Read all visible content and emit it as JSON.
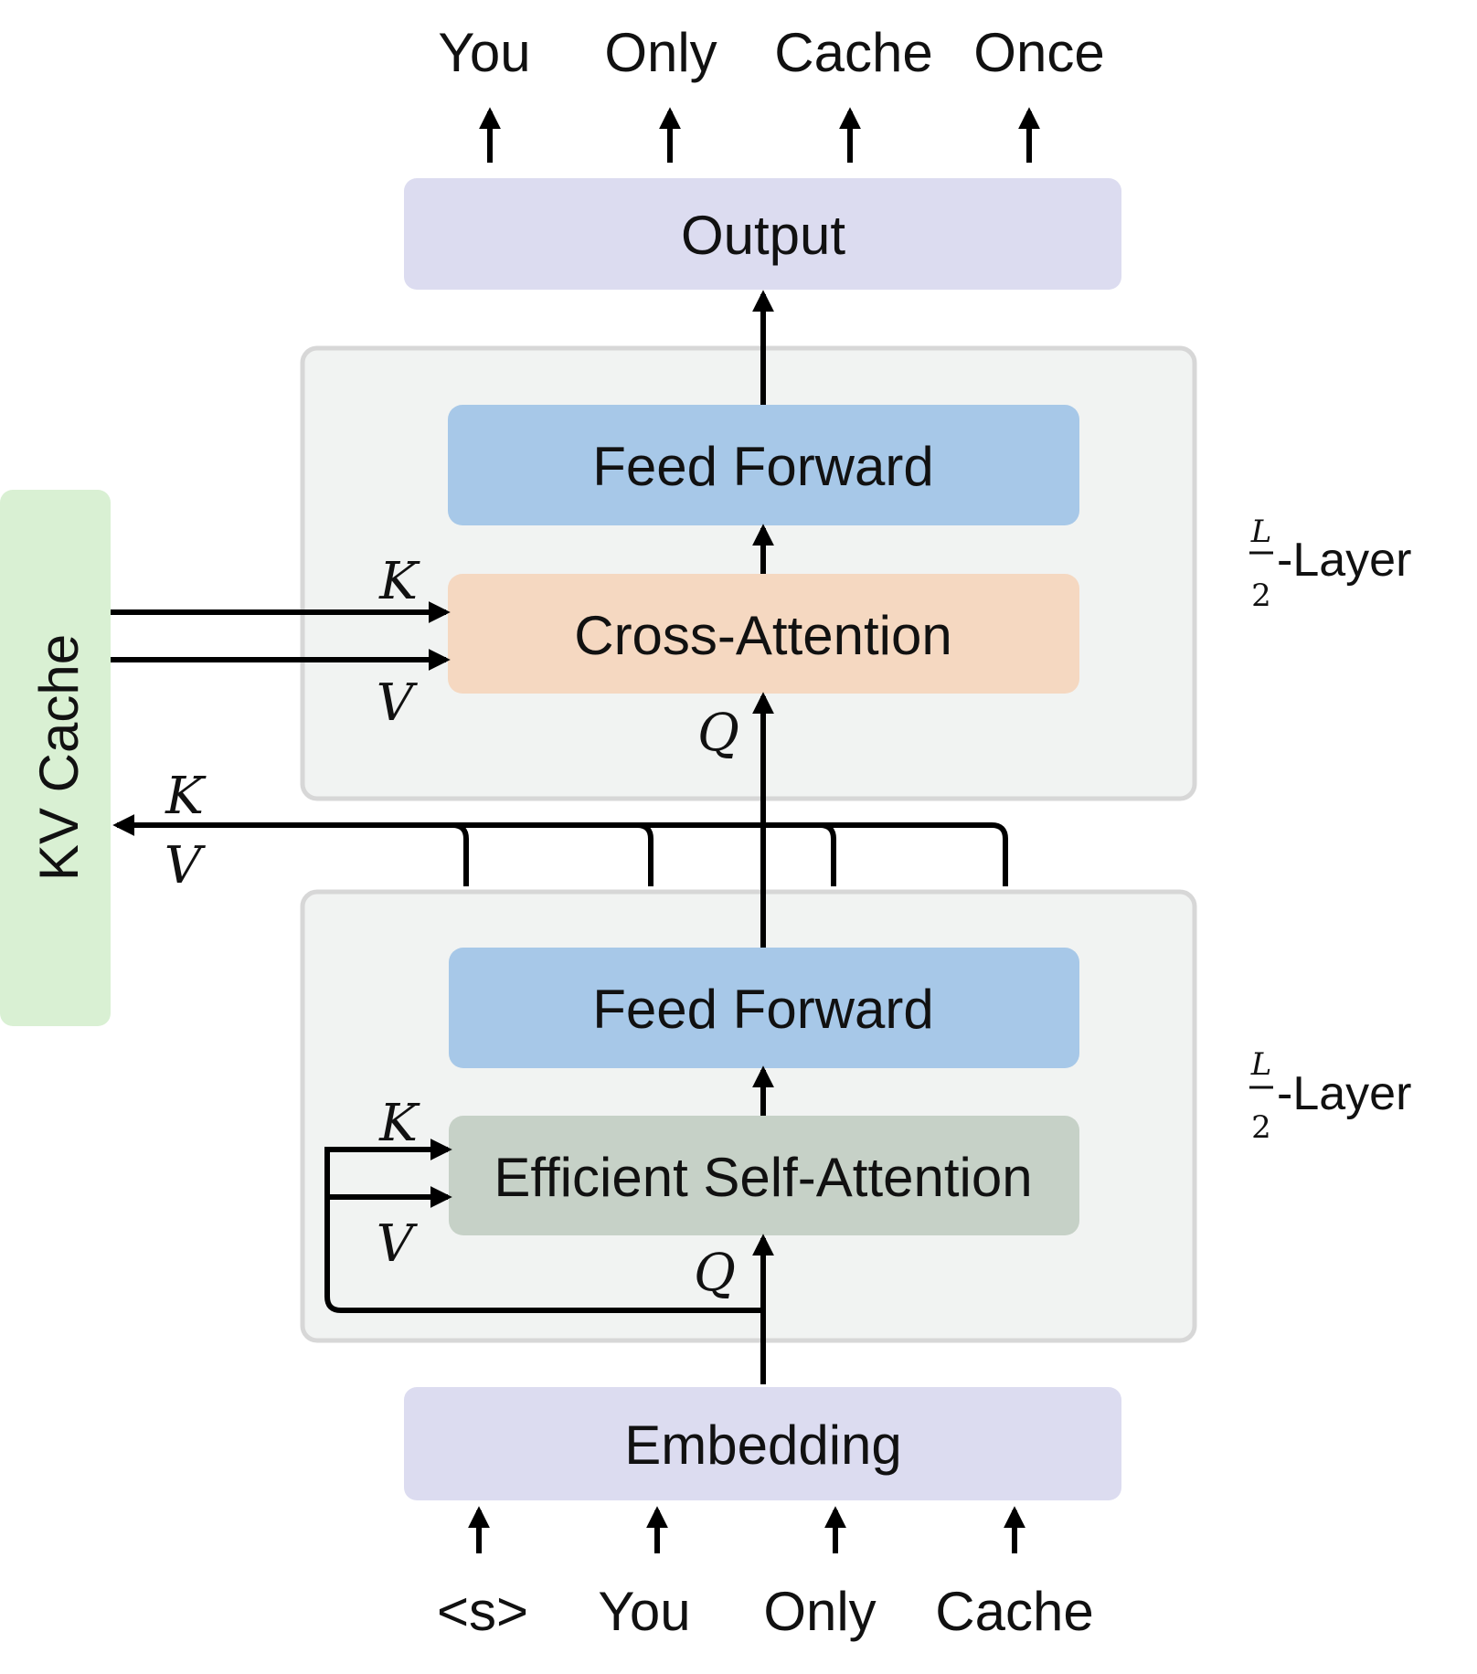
{
  "output_tokens": [
    "You",
    "Only",
    "Cache",
    "Once"
  ],
  "input_tokens": [
    "<s>",
    "You",
    "Only",
    "Cache"
  ],
  "blocks": {
    "output": "Output",
    "embedding": "Embedding",
    "kv_cache": "KV Cache"
  },
  "upper_layer": {
    "feed_forward": "Feed Forward",
    "attention": "Cross-Attention",
    "layer_label": "-Layer",
    "fraction_num": "L",
    "fraction_den": "2"
  },
  "lower_layer": {
    "feed_forward": "Feed Forward",
    "attention": "Efficient Self-Attention",
    "layer_label": "-Layer",
    "fraction_num": "L",
    "fraction_den": "2"
  },
  "symbols": {
    "k": "K",
    "v": "V",
    "q": "Q"
  },
  "colors": {
    "output_embedding": "#dcdcf0",
    "layer_group": "#f1f3f2",
    "layer_border": "#d7d7d7",
    "feed_forward": "#a7c8e8",
    "cross_attention": "#f5d8c1",
    "self_attention": "#c6d1c7",
    "kv_cache": "#d9f0d3"
  }
}
